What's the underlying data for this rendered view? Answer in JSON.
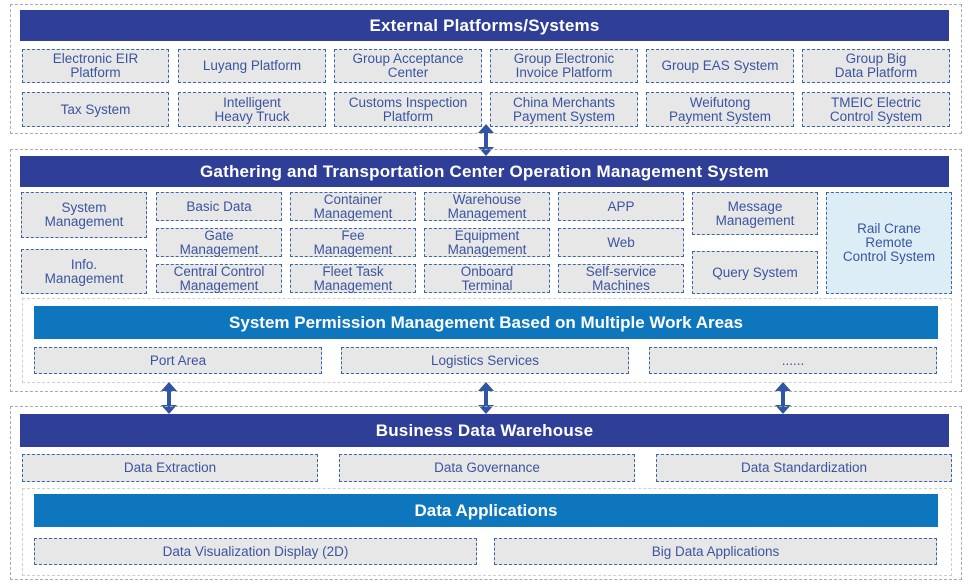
{
  "external": {
    "title": "External Platforms/Systems",
    "row1": [
      "Electronic EIR\nPlatform",
      "Luyang Platform",
      "Group Acceptance\nCenter",
      "Group Electronic\nInvoice Platform",
      "Group EAS System",
      "Group Big\nData Platform"
    ],
    "row2": [
      "Tax System",
      "Intelligent\nHeavy Truck",
      "Customs Inspection\nPlatform",
      "China Merchants\nPayment System",
      "Weifutong\nPayment System",
      "TMEIC Electric\nControl System"
    ]
  },
  "center": {
    "title": "Gathering and Transportation Center Operation Management System",
    "modules": {
      "system_management": "System\nManagement",
      "info_management": "Info.\nManagement",
      "basic_data": "Basic Data",
      "gate_management": "Gate\nManagement",
      "central_control_management": "Central Control\nManagement",
      "container_management": "Container\nManagement",
      "fee_management": "Fee\nManagement",
      "fleet_task_management": "Fleet Task\nManagement",
      "warehouse_management": "Warehouse\nManagement",
      "equipment_management": "Equipment\nManagement",
      "onboard_terminal": "Onboard\nTerminal",
      "app": "APP",
      "web": "Web",
      "self_service_machines": "Self-service\nMachines",
      "message_management": "Message\nManagement",
      "query_system": "Query System",
      "rail_crane": "Rail Crane\nRemote\nControl System"
    },
    "permission_title": "System Permission Management Based on Multiple Work Areas",
    "work_areas": [
      "Port Area",
      "Logistics Services",
      "......"
    ]
  },
  "warehouse": {
    "title": "Business Data Warehouse",
    "items": [
      "Data Extraction",
      "Data Governance",
      "Data Standardization"
    ],
    "applications_title": "Data Applications",
    "applications": [
      "Data Visualization Display (2D)",
      "Big Data Applications"
    ]
  },
  "colors": {
    "dark_bar": "#2f3f97",
    "light_bar": "#0e76bd",
    "box_fill": "#e7e7e7",
    "box_text": "#3a55a0",
    "highlight_box": "#dcedf6",
    "arrow": "#2f55a4"
  }
}
